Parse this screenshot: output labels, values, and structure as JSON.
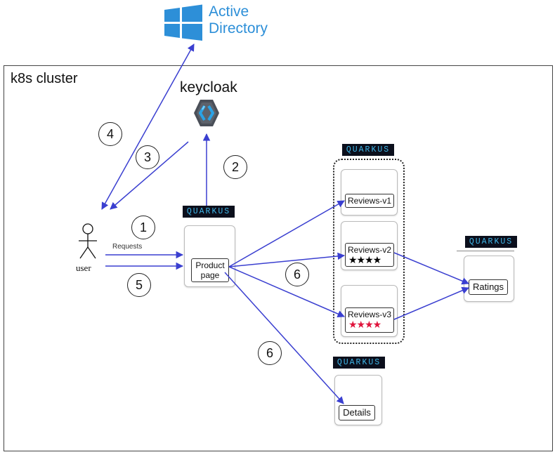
{
  "active_directory": {
    "line1": "Active",
    "line2": "Directory"
  },
  "cluster": {
    "label": "k8s cluster"
  },
  "keycloak": {
    "label": "keycloak"
  },
  "quarkus_badge": "QUARKUS",
  "user": {
    "label": "user",
    "requests_label": "Requests"
  },
  "services": {
    "productpage": {
      "line1": "Product",
      "line2": "page"
    },
    "reviews_v1": {
      "label": "Reviews-v1"
    },
    "reviews_v2": {
      "label": "Reviews-v2",
      "stars": "★★★★",
      "star_color": "#000000"
    },
    "reviews_v3": {
      "label": "Reviews-v3",
      "stars": "★★★★",
      "star_color": "#e0143c"
    },
    "ratings": {
      "label": "Ratings"
    },
    "details": {
      "label": "Details"
    }
  },
  "steps": {
    "s1": "1",
    "s2": "2",
    "s3": "3",
    "s4": "4",
    "s5": "5",
    "s6a": "6",
    "s6b": "6"
  },
  "colors": {
    "arrow": "#3a3fd0",
    "brand_blue": "#2d8fd8",
    "quarkus_bg": "#0b0f1c",
    "quarkus_text": "#3fb6e8"
  }
}
